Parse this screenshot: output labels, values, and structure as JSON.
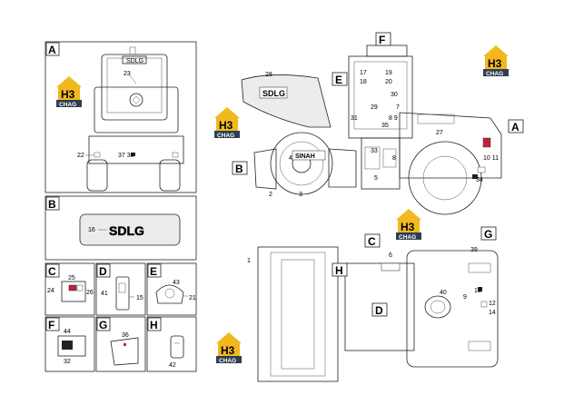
{
  "panels": {
    "A": "A",
    "B": "B",
    "C": "C",
    "D": "D",
    "E": "E",
    "F": "F",
    "G": "G",
    "H": "H"
  },
  "logo": {
    "letters": "H3",
    "subtext": "CHAG"
  },
  "brand": {
    "sdlg": "SDLG",
    "drum_text": "SINAH"
  },
  "callouts": {
    "a_23": "23",
    "a_22": "22",
    "a_37_38": "37 38",
    "b_16": "16",
    "c_25": "25",
    "c_24": "24",
    "c_26": "26",
    "d_41": "41",
    "d_15": "15",
    "e_43": "43",
    "e_21": "21",
    "f_44": "44",
    "f_32": "32",
    "g_36": "36",
    "h_42": "42",
    "s_28": "28",
    "s_17": "17",
    "s_18": "18",
    "s_19": "19",
    "s_20": "20",
    "s_30": "30",
    "s_29": "29",
    "s_7": "7",
    "s_8_9": "8 9",
    "s_31": "31",
    "s_35": "35",
    "s_27": "27",
    "s_4": "4",
    "s_33": "33",
    "s_8": "8",
    "s_5": "5",
    "s_2": "2",
    "s_3": "3",
    "s_10_11": "10 11",
    "s_34": "34",
    "t_1": "1",
    "t_6": "6",
    "t_39": "39",
    "t_40": "40",
    "t_9": "9",
    "t_13": "13",
    "t_12": "12",
    "t_14": "14"
  },
  "colors": {
    "logo_yellow": "#f2b81e",
    "logo_dark": "#2c3f52",
    "ink": "#222222"
  }
}
